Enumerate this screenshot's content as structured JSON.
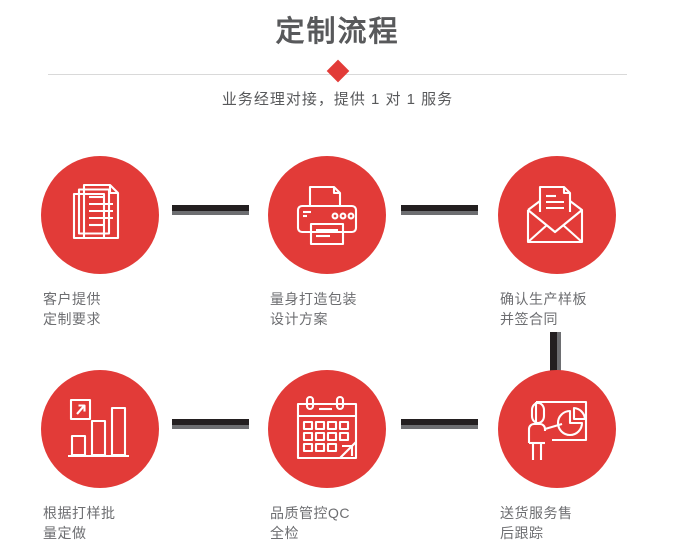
{
  "header": {
    "title": "定制流程",
    "subtitle": "业务经理对接，提供 1 对 1 服务",
    "diamond_color": "#e23b38",
    "divider_color": "#d9d9d9",
    "title_color": "#58595b"
  },
  "theme": {
    "accent": "#e23b38",
    "connector": "#231f20",
    "connector_shadow": "#6d6e71",
    "text": "#6d6e71",
    "background": "#ffffff"
  },
  "steps": [
    {
      "index": 1,
      "icon": "documents-icon",
      "caption_line1": "客户提供",
      "caption_line2": "定制要求"
    },
    {
      "index": 2,
      "icon": "printer-icon",
      "caption_line1": "量身打造包装",
      "caption_line2": "设计方案"
    },
    {
      "index": 3,
      "icon": "envelope-document-icon",
      "caption_line1": "确认生产样板",
      "caption_line2": "并签合同"
    },
    {
      "index": 4,
      "icon": "bar-chart-growth-icon",
      "caption_line1": "根据打样批",
      "caption_line2": "量定做"
    },
    {
      "index": 5,
      "icon": "calendar-icon",
      "caption_line1": "品质管控QC",
      "caption_line2": "全检"
    },
    {
      "index": 6,
      "icon": "presentation-pie-chart-icon",
      "caption_line1": "送货服务售",
      "caption_line2": "后跟踪"
    }
  ],
  "connectors": [
    {
      "name": "connector-step1-step2",
      "orientation": "horizontal"
    },
    {
      "name": "connector-step2-step3",
      "orientation": "horizontal"
    },
    {
      "name": "connector-step3-step6",
      "orientation": "vertical"
    },
    {
      "name": "connector-step4-step5",
      "orientation": "horizontal"
    },
    {
      "name": "connector-step5-step6",
      "orientation": "horizontal"
    }
  ]
}
